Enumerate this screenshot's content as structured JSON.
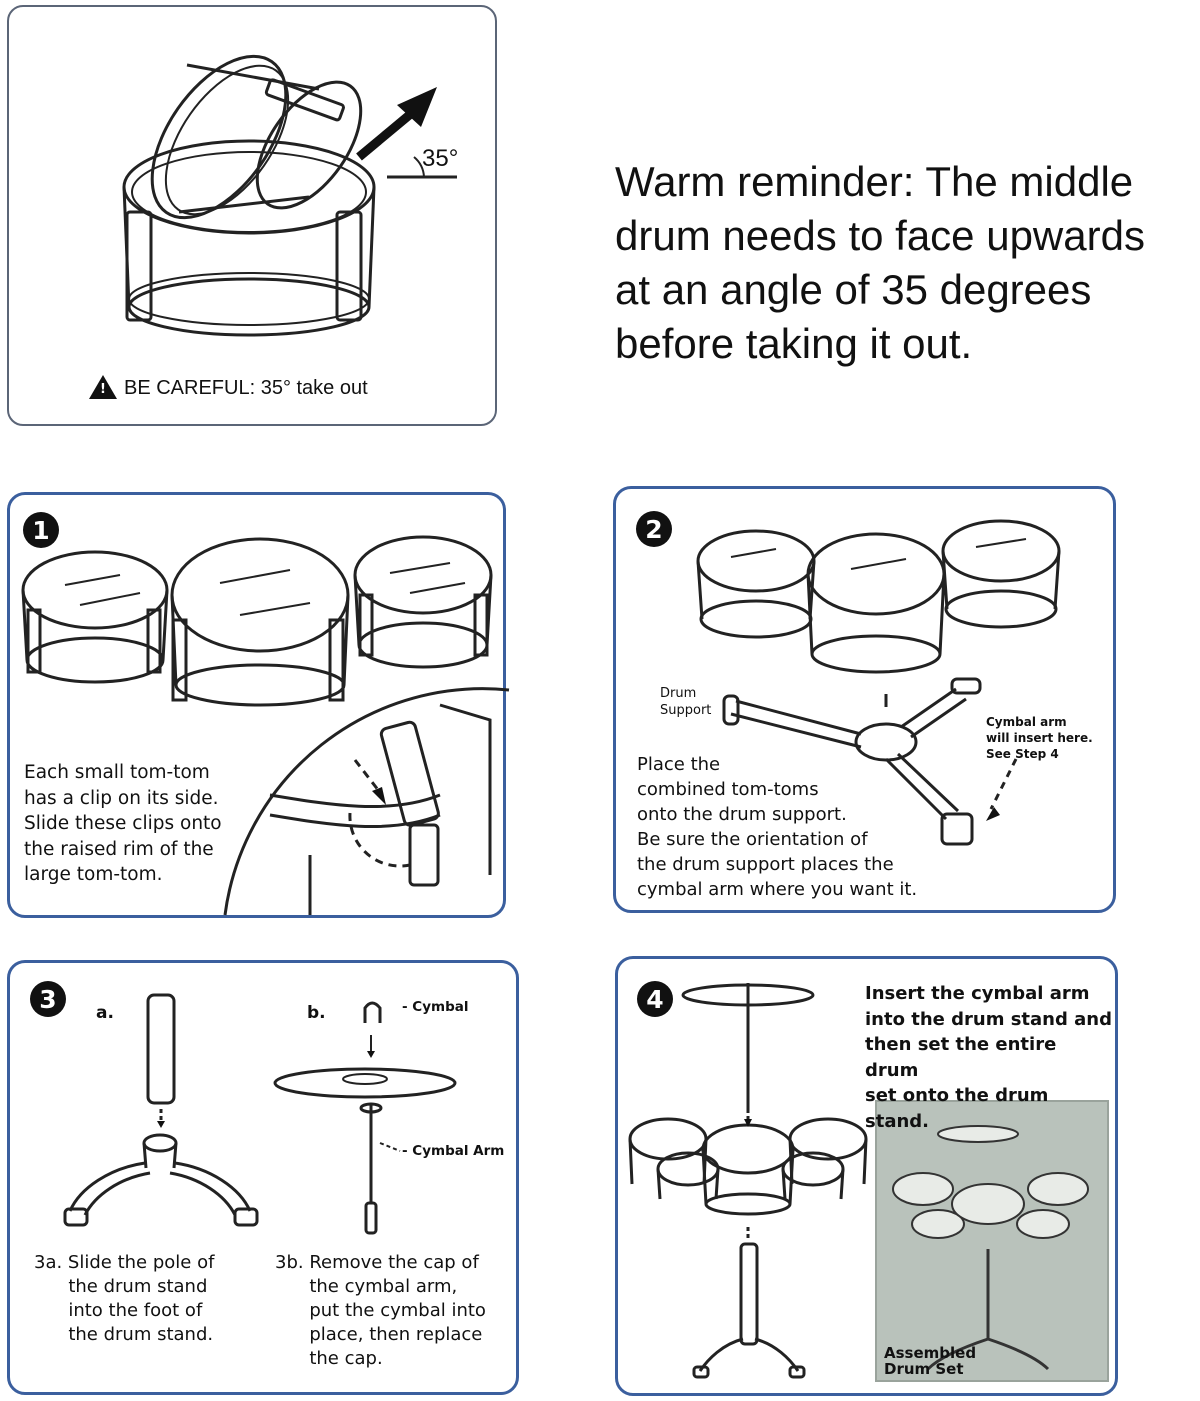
{
  "caution": {
    "label": "BE CAREFUL: 35° take out",
    "angle_label": "35°",
    "warning_icon": "warning-triangle-icon"
  },
  "reminder": {
    "text": "Warm reminder: The middle\ndrum needs to face upwards\nat an angle of 35 degrees\nbefore taking it out."
  },
  "steps": [
    {
      "number": "1",
      "text": "Each small tom-tom\nhas a clip on its side.\nSlide these clips onto\nthe raised rim of the\nlarge tom-tom."
    },
    {
      "number": "2",
      "text": "Place the\ncombined tom-toms\nonto the drum support.\nBe sure the orientation of\nthe drum support places the\ncymbal arm where you want it.",
      "label_drum_support": "Drum\nSupport",
      "label_cymbal_arm": "Cymbal arm\nwill insert here.\nSee Step 4"
    },
    {
      "number": "3",
      "sub_a_letter": "a.",
      "sub_b_letter": "b.",
      "label_cymbal": "- Cymbal",
      "label_cymbal_arm": "- Cymbal Arm",
      "text_a": "3a. Slide the pole of\n      the drum stand\n      into the foot of\n      the drum stand.",
      "text_b": "3b. Remove the cap of\n      the cymbal arm,\n      put the cymbal into\n      place, then replace\n      the cap."
    },
    {
      "number": "4",
      "text": "Insert the cymbal arm\ninto the drum stand and\nthen set the entire drum\nset onto the drum stand.",
      "photo_label": "Assembled\nDrum Set"
    }
  ]
}
